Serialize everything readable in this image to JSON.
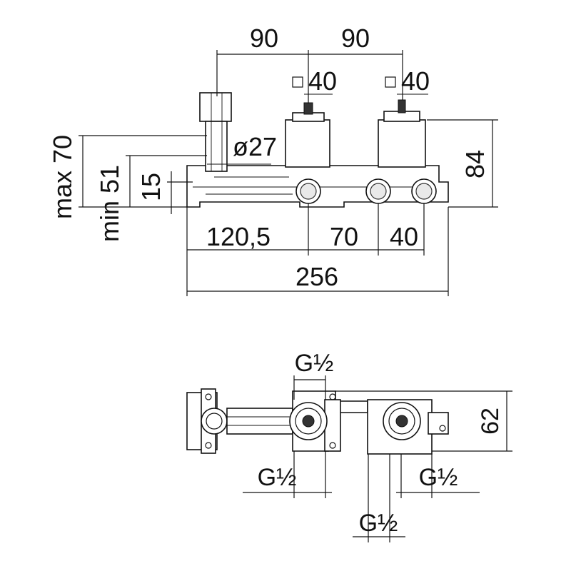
{
  "top_view": {
    "dims": {
      "width_left": "90",
      "width_right": "90",
      "sq_left": "40",
      "sq_right": "40",
      "diameter": "ø27",
      "max_depth": "max 70",
      "min_depth": "min 51",
      "offset": "15",
      "height": "84",
      "seg_a": "120,5",
      "seg_b": "70",
      "seg_c": "40",
      "total": "256"
    }
  },
  "bottom_view": {
    "dims": {
      "thread_top": "G½",
      "thread_left": "G½",
      "thread_right": "G½",
      "thread_bottom": "G½",
      "depth": "62"
    }
  },
  "colors": {
    "line": "#111111",
    "fill_gray": "#e9e9e9"
  }
}
